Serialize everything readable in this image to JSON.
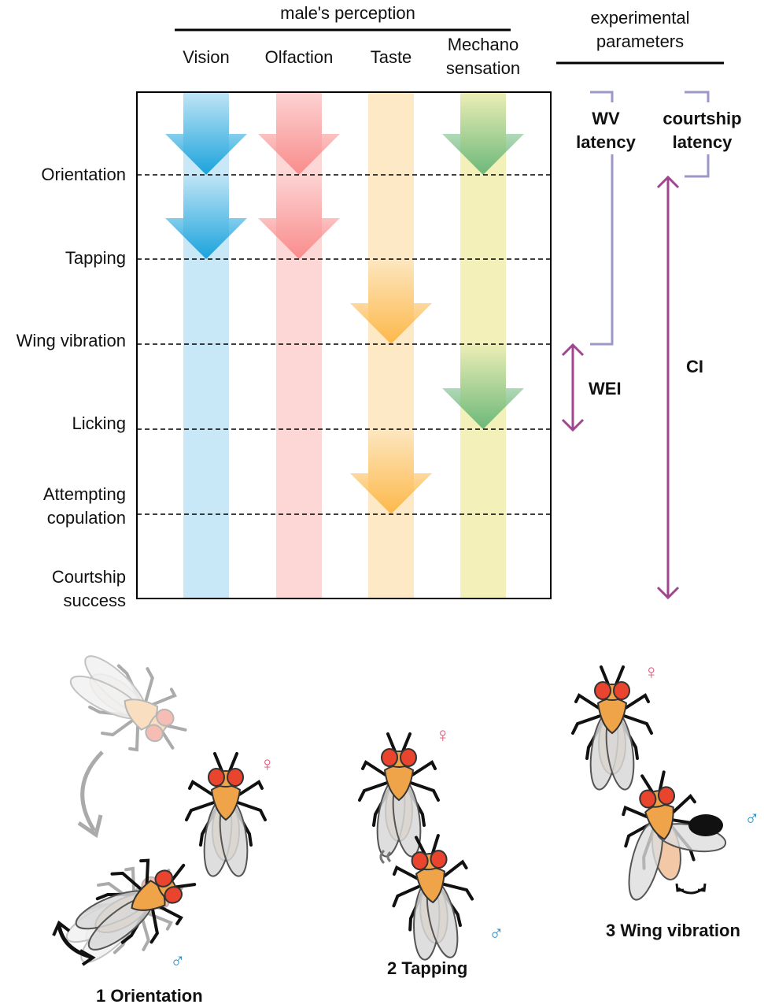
{
  "header": {
    "perception_title": "male's perception",
    "parameters_title": "experimental\nparameters",
    "parameters_line1": "experimental",
    "parameters_line2": "parameters"
  },
  "senses": [
    {
      "label": "Vision",
      "color": "#1aa3dc",
      "light": "#c9e8f7"
    },
    {
      "label": "Olfaction",
      "color": "#f98c8c",
      "light": "#fdd6d6"
    },
    {
      "label": "Taste",
      "color": "#fdb84a",
      "light": "#fde9c6"
    },
    {
      "label": "Mechano\nsensation",
      "label1": "Mechano",
      "label2": "sensation",
      "color": "#6cb87a",
      "light": "#f3f1b9"
    }
  ],
  "stages": [
    {
      "label1": "Orientation",
      "label2": ""
    },
    {
      "label1": "Tapping",
      "label2": ""
    },
    {
      "label1": "Wing vibration",
      "label2": ""
    },
    {
      "label1": "Licking",
      "label2": ""
    },
    {
      "label1": "Attempting",
      "label2": "copulation"
    },
    {
      "label1": "Courtship",
      "label2": "success"
    }
  ],
  "arrows": [
    {
      "sense": 0,
      "from_stage": 0,
      "to_stage": 0
    },
    {
      "sense": 0,
      "from_stage": 0,
      "to_stage": 1
    },
    {
      "sense": 1,
      "from_stage": 0,
      "to_stage": 0
    },
    {
      "sense": 1,
      "from_stage": 0,
      "to_stage": 1
    },
    {
      "sense": 2,
      "from_stage": 1,
      "to_stage": 2
    },
    {
      "sense": 2,
      "from_stage": 3,
      "to_stage": 4
    },
    {
      "sense": 3,
      "from_stage": 0,
      "to_stage": 0
    },
    {
      "sense": 3,
      "from_stage": 2,
      "to_stage": 3
    }
  ],
  "parameters": {
    "wv_latency_1": "WV",
    "wv_latency_2": "latency",
    "courtship_latency_1": "courtship",
    "courtship_latency_2": "latency",
    "wei": "WEI",
    "ci": "CI",
    "bracket_color": "#9b97c8",
    "arrow_color": "#a0468f"
  },
  "illustrations": {
    "captions": [
      "1 Orientation",
      "2 Tapping",
      "3 Wing vibration"
    ],
    "female_symbol": "♀",
    "male_symbol": "♂",
    "female_color": "#e0567a",
    "male_color": "#2a8ec9"
  }
}
